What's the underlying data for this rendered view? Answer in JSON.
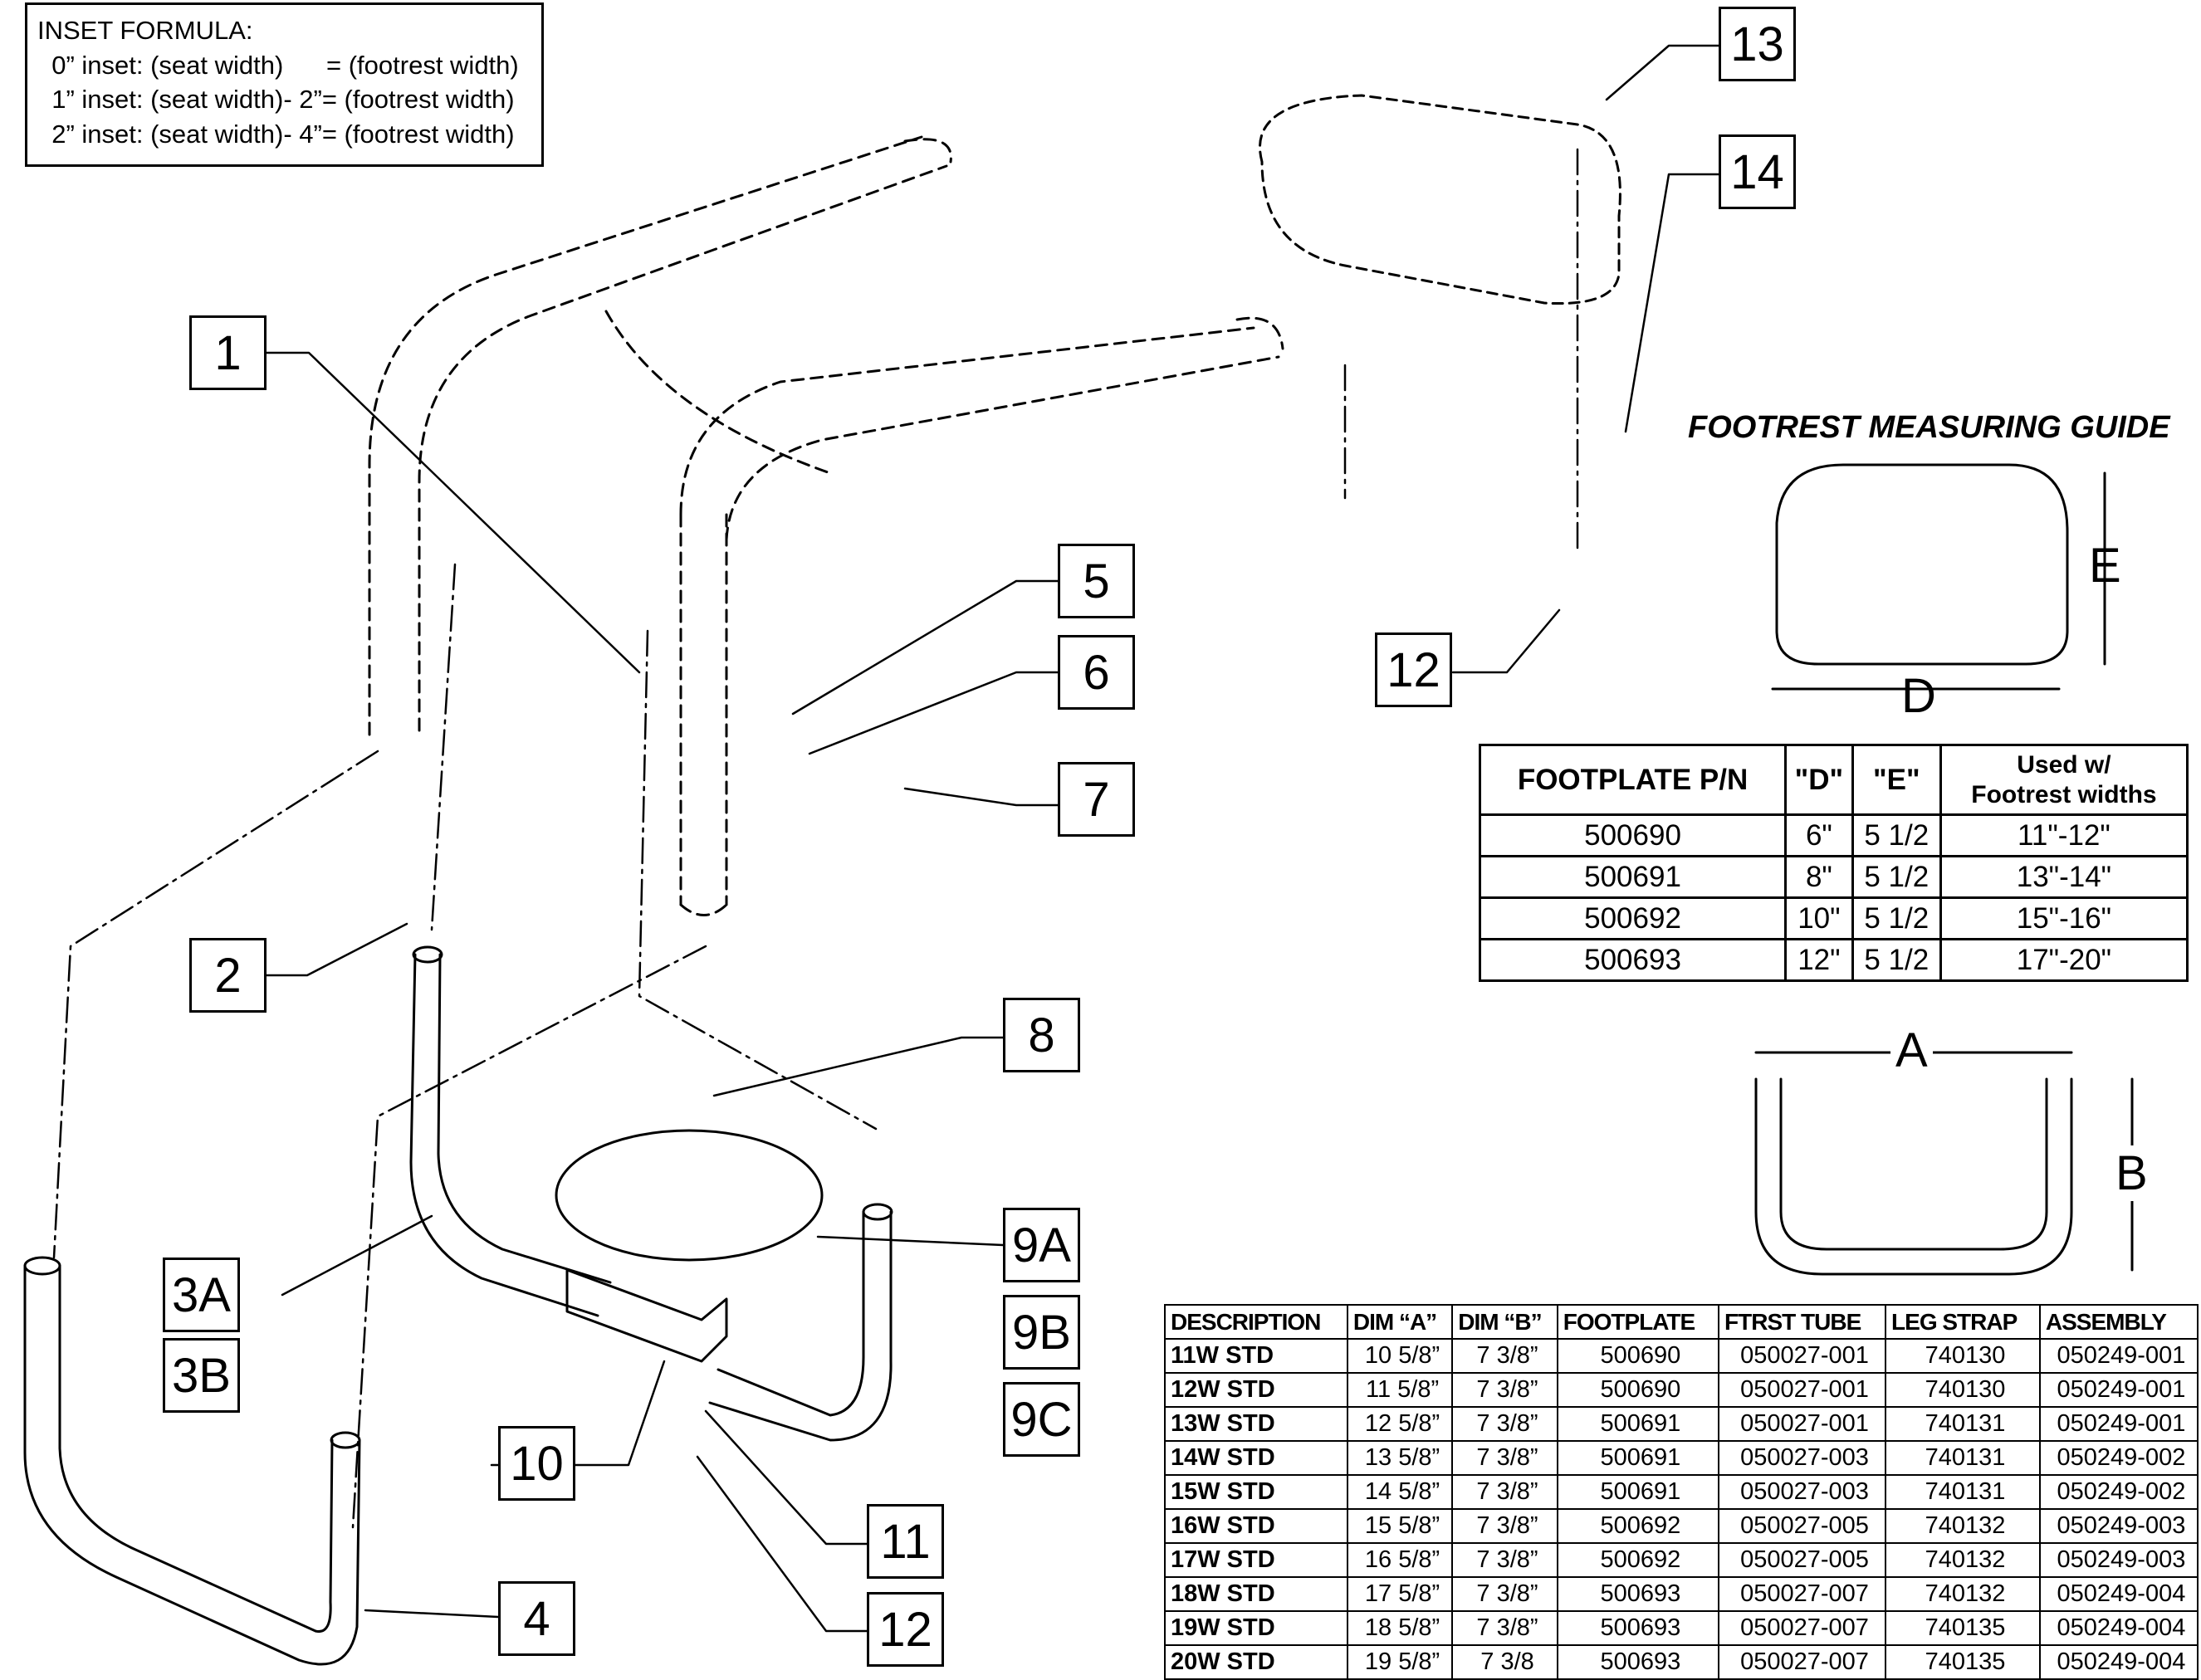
{
  "inset_formula": {
    "title": "INSET FORMULA:",
    "lines": [
      "  0” inset: (seat width)      = (footrest width)",
      "  1” inset: (seat width)- 2”= (footrest width)",
      "  2” inset: (seat width)- 4”= (footrest width)"
    ]
  },
  "callouts": [
    "1",
    "2",
    "3A",
    "3B",
    "4",
    "5",
    "6",
    "7",
    "8",
    "9A",
    "9B",
    "9C",
    "10",
    "11",
    "12",
    "13",
    "14",
    "12"
  ],
  "measuring_guide": {
    "title": "FOOTREST MEASURING GUIDE",
    "dim_d": "D",
    "dim_e": "E"
  },
  "footrest_dims": {
    "a": "A",
    "b": "B"
  },
  "footplate_table": {
    "headers": [
      "FOOTPLATE P/N",
      "\"D\"",
      "\"E\"",
      "Used w/ Footrest widths"
    ],
    "header_lines": [
      "Used w/",
      "Footrest widths"
    ],
    "rows": [
      [
        "500690",
        "6\"",
        "5 1/2",
        "11\"-12\""
      ],
      [
        "500691",
        "8\"",
        "5 1/2",
        "13\"-14\""
      ],
      [
        "500692",
        "10\"",
        "5 1/2",
        "15\"-16\""
      ],
      [
        "500693",
        "12\"",
        "5 1/2",
        "17\"-20\""
      ]
    ]
  },
  "parts_table": {
    "headers": [
      "DESCRIPTION",
      "DIM “A”",
      "DIM “B”",
      "FOOTPLATE",
      "FTRST TUBE",
      "LEG STRAP",
      "ASSEMBLY"
    ],
    "rows": [
      [
        "11W STD",
        "10 5/8”",
        "7 3/8”",
        "500690",
        "050027-001",
        "740130",
        "050249-001"
      ],
      [
        "12W STD",
        "11 5/8”",
        "7 3/8”",
        "500690",
        "050027-001",
        "740130",
        "050249-001"
      ],
      [
        "13W STD",
        "12 5/8”",
        "7 3/8”",
        "500691",
        "050027-001",
        "740131",
        "050249-001"
      ],
      [
        "14W STD",
        "13 5/8”",
        "7 3/8”",
        "500691",
        "050027-003",
        "740131",
        "050249-002"
      ],
      [
        "15W STD",
        "14 5/8”",
        "7 3/8”",
        "500691",
        "050027-003",
        "740131",
        "050249-002"
      ],
      [
        "16W STD",
        "15 5/8”",
        "7 3/8”",
        "500692",
        "050027-005",
        "740132",
        "050249-003"
      ],
      [
        "17W STD",
        "16 5/8”",
        "7 3/8”",
        "500692",
        "050027-005",
        "740132",
        "050249-003"
      ],
      [
        "18W STD",
        "17 5/8”",
        "7 3/8”",
        "500693",
        "050027-007",
        "740132",
        "050249-004"
      ],
      [
        "19W STD",
        "18 5/8”",
        "7 3/8”",
        "500693",
        "050027-007",
        "740135",
        "050249-004"
      ],
      [
        "20W STD",
        "19 5/8”",
        "7 3/8",
        "500693",
        "050027-007",
        "740135",
        "050249-004"
      ]
    ]
  }
}
